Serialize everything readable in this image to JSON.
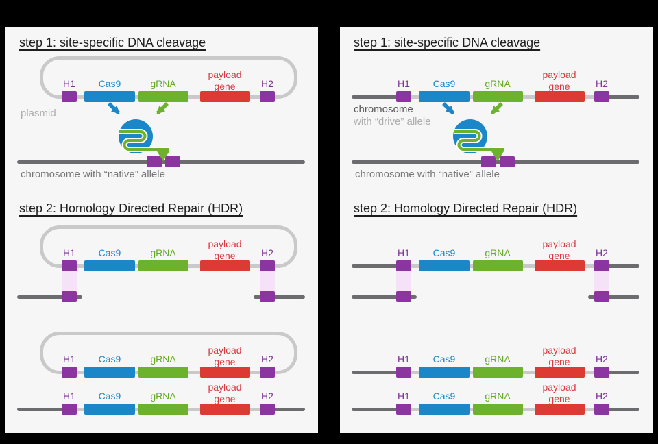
{
  "colors": {
    "panel-bg": "#f6f6f6",
    "outer-bg": "#000000",
    "purple": "#8a35a0",
    "purple-label": "#7c3295",
    "blue": "#1b87c9",
    "green": "#6cb22c",
    "green-label": "#63a922",
    "red": "#dc3a33",
    "red-label": "#d93b42",
    "lgray": "#c9c9ca",
    "dgray": "#6c6c6e",
    "pink": "#f6e2f8",
    "heading": "#1e1e1e",
    "caption-gray": "#77777a",
    "caption-lightgray": "#aeaeb0",
    "caption-darkgray": "#58585b"
  },
  "cassette": {
    "h1": "H1",
    "cas9": "Cas9",
    "grna": "gRNA",
    "payload_line1": "payload",
    "payload_line2": "gene",
    "h2": "H2"
  },
  "left_panel": {
    "step1_heading": "step 1: site-specific DNA cleavage",
    "step2_heading": "step 2: Homology Directed Repair (HDR)",
    "carrier_caption": "plasmid",
    "native_caption": "chromosome with “native” allele"
  },
  "right_panel": {
    "step1_heading": "step 1: site-specific DNA cleavage",
    "step2_heading": "step 2: Homology Directed Repair (HDR)",
    "carrier_caption_line1": "chromosome",
    "carrier_caption_line2": "with “drive” allele",
    "native_caption": "chromosome with “native” allele"
  }
}
